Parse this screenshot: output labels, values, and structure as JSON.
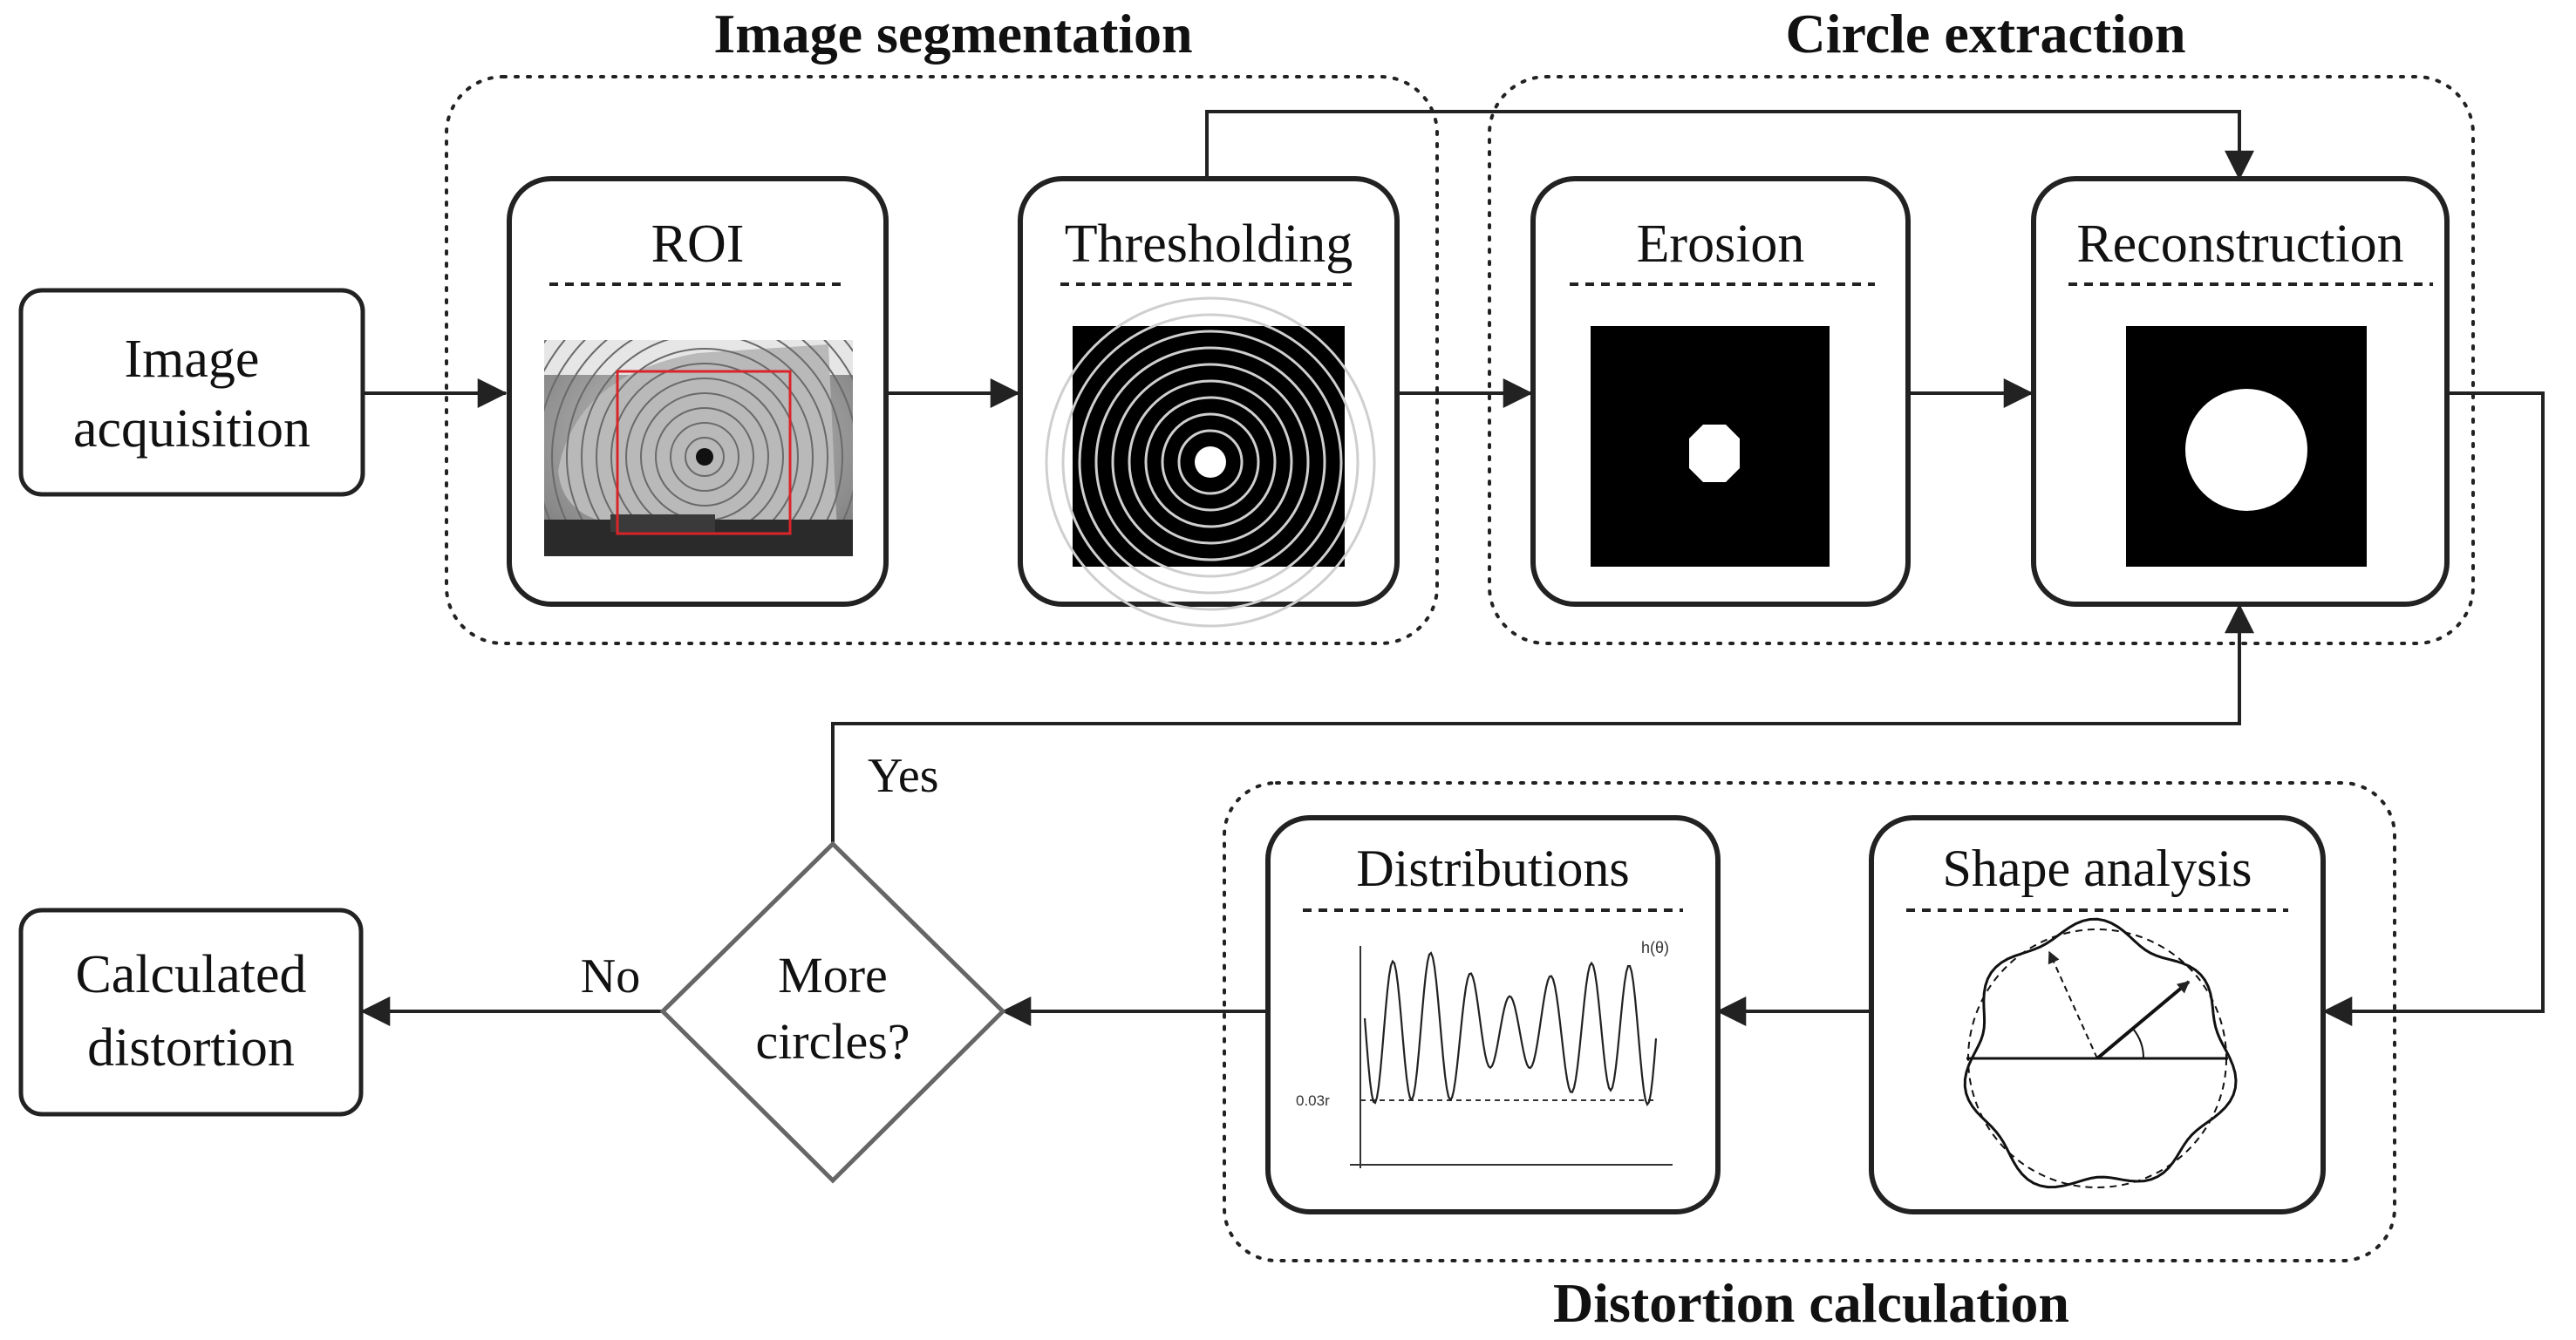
{
  "groups": {
    "segmentation": "Image segmentation",
    "circle": "Circle extraction",
    "distortion": "Distortion calculation"
  },
  "nodes": {
    "acquisition": [
      "Image",
      "acquisition"
    ],
    "roi": "ROI",
    "thresholding": "Thresholding",
    "erosion": "Erosion",
    "reconstruction": "Reconstruction",
    "shape": "Shape analysis",
    "distributions": "Distributions",
    "decision": [
      "More",
      "circles?"
    ],
    "result": [
      "Calculated",
      "distortion"
    ]
  },
  "edges": {
    "yes": "Yes",
    "no": "No"
  },
  "plot": {
    "func": "h(θ)",
    "threshold": "0.03r"
  },
  "colors": {
    "stroke": "#222222",
    "decision": "#666666",
    "roi_box": "#d9252a"
  }
}
